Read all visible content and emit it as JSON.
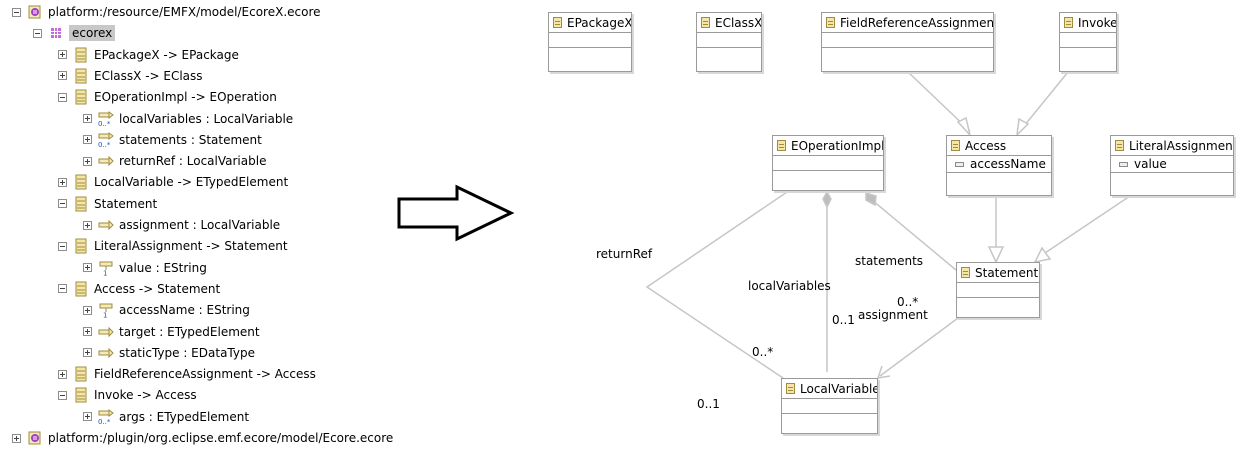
{
  "tree": {
    "items": [
      {
        "label": "platform:/resource/EMFX/model/EcoreX.ecore",
        "indent": 0,
        "toggle": "minus",
        "icon": "resource-file-icon"
      },
      {
        "label": "ecorex",
        "indent": 1,
        "toggle": "minus",
        "icon": "package-icon",
        "selected": true
      },
      {
        "label": "EPackageX -> EPackage",
        "indent": 2,
        "toggle": "plus",
        "icon": "eclass-icon"
      },
      {
        "label": "EClassX -> EClass",
        "indent": 2,
        "toggle": "plus",
        "icon": "eclass-icon"
      },
      {
        "label": "EOperationImpl -> EOperation",
        "indent": 2,
        "toggle": "minus",
        "icon": "eclass-icon"
      },
      {
        "label": "localVariables : LocalVariable",
        "indent": 3,
        "toggle": "plus",
        "icon": "reference-many-icon"
      },
      {
        "label": "statements : Statement",
        "indent": 3,
        "toggle": "plus",
        "icon": "reference-many-icon"
      },
      {
        "label": "returnRef : LocalVariable",
        "indent": 3,
        "toggle": "plus",
        "icon": "reference-icon"
      },
      {
        "label": "LocalVariable -> ETypedElement",
        "indent": 2,
        "toggle": "plus",
        "icon": "eclass-icon"
      },
      {
        "label": "Statement",
        "indent": 2,
        "toggle": "minus",
        "icon": "eclass-icon"
      },
      {
        "label": "assignment : LocalVariable",
        "indent": 3,
        "toggle": "plus",
        "icon": "reference-icon"
      },
      {
        "label": "LiteralAssignment -> Statement",
        "indent": 2,
        "toggle": "minus",
        "icon": "eclass-icon"
      },
      {
        "label": "value : EString",
        "indent": 3,
        "toggle": "plus",
        "icon": "attribute-icon"
      },
      {
        "label": "Access -> Statement",
        "indent": 2,
        "toggle": "minus",
        "icon": "eclass-icon"
      },
      {
        "label": "accessName : EString",
        "indent": 3,
        "toggle": "plus",
        "icon": "attribute-icon"
      },
      {
        "label": "target : ETypedElement",
        "indent": 3,
        "toggle": "plus",
        "icon": "reference-icon"
      },
      {
        "label": "staticType : EDataType",
        "indent": 3,
        "toggle": "plus",
        "icon": "reference-icon"
      },
      {
        "label": "FieldReferenceAssignment -> Access",
        "indent": 2,
        "toggle": "plus",
        "icon": "eclass-icon"
      },
      {
        "label": "Invoke -> Access",
        "indent": 2,
        "toggle": "minus",
        "icon": "eclass-icon"
      },
      {
        "label": "args : ETypedElement",
        "indent": 3,
        "toggle": "plus",
        "icon": "reference-many-icon"
      },
      {
        "label": "platform:/plugin/org.eclipse.emf.ecore/model/Ecore.ecore",
        "indent": 0,
        "toggle": "plus",
        "icon": "resource-file-icon"
      }
    ]
  },
  "diagram": {
    "classes": {
      "epackagex": {
        "name": "EPackageX",
        "attrs": []
      },
      "eclassx": {
        "name": "EClassX",
        "attrs": []
      },
      "fieldref": {
        "name": "FieldReferenceAssignment",
        "attrs": []
      },
      "invoke": {
        "name": "Invoke",
        "attrs": []
      },
      "eoperationimpl": {
        "name": "EOperationImpl",
        "attrs": []
      },
      "access": {
        "name": "Access",
        "attrs": [
          "accessName"
        ]
      },
      "literalassign": {
        "name": "LiteralAssignment",
        "attrs": [
          "value"
        ]
      },
      "statement": {
        "name": "Statement",
        "attrs": []
      },
      "localvariable": {
        "name": "LocalVariable",
        "attrs": []
      }
    },
    "edge_labels": {
      "returnRef": "returnRef",
      "localVariables": "localVariables",
      "statements": "statements",
      "statements_mult": "0..*",
      "assignment": "assignment",
      "local_mult_low": "0..1",
      "return_mult": "0..*",
      "return_mult_low": "0..1"
    }
  },
  "colors": {
    "selection": "#c8c8c8",
    "class_icon_fill": "#f3e6a8",
    "class_icon_border": "#a08c3c",
    "package_icon": "#a040c0",
    "edge": "#c8c8c8"
  }
}
